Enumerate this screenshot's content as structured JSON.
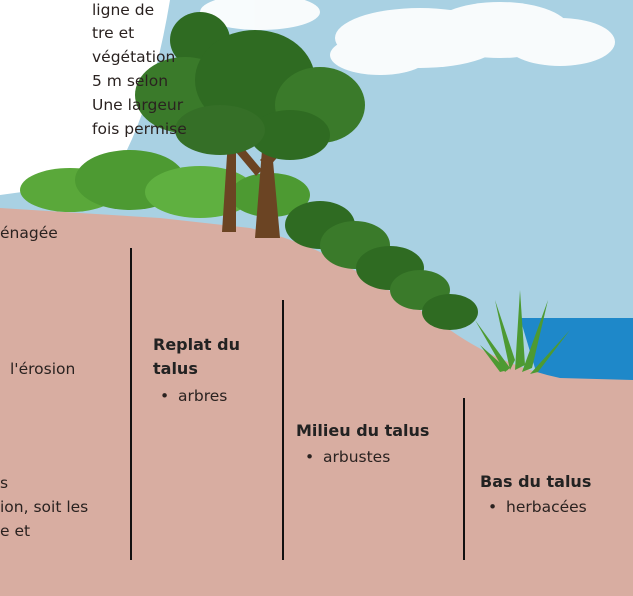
{
  "intro_lines": [
    "ligne de",
    "tre et",
    "végétation",
    "5 m selon",
    "Une largeur",
    "fois permise"
  ],
  "amenagee_text": "énagée",
  "left_column_lines": {
    "erosion": "l'érosion",
    "s": "s",
    "ion": "ion, soit les",
    "e_et": "e et"
  },
  "zones": [
    {
      "title_lines": [
        "Replat du",
        "talus"
      ],
      "items": [
        "arbres"
      ]
    },
    {
      "title_lines": [
        "Milieu du talus"
      ],
      "items": [
        "arbustes"
      ]
    },
    {
      "title_lines": [
        "Bas du talus"
      ],
      "items": [
        "herbacées"
      ]
    }
  ],
  "colors": {
    "sky": "#a9d1e3",
    "soil": "#d8ada1",
    "water": "#1e88c9",
    "foliage_dark": "#2f6b22",
    "foliage_light": "#5aa83a",
    "trunk": "#6b4423"
  }
}
